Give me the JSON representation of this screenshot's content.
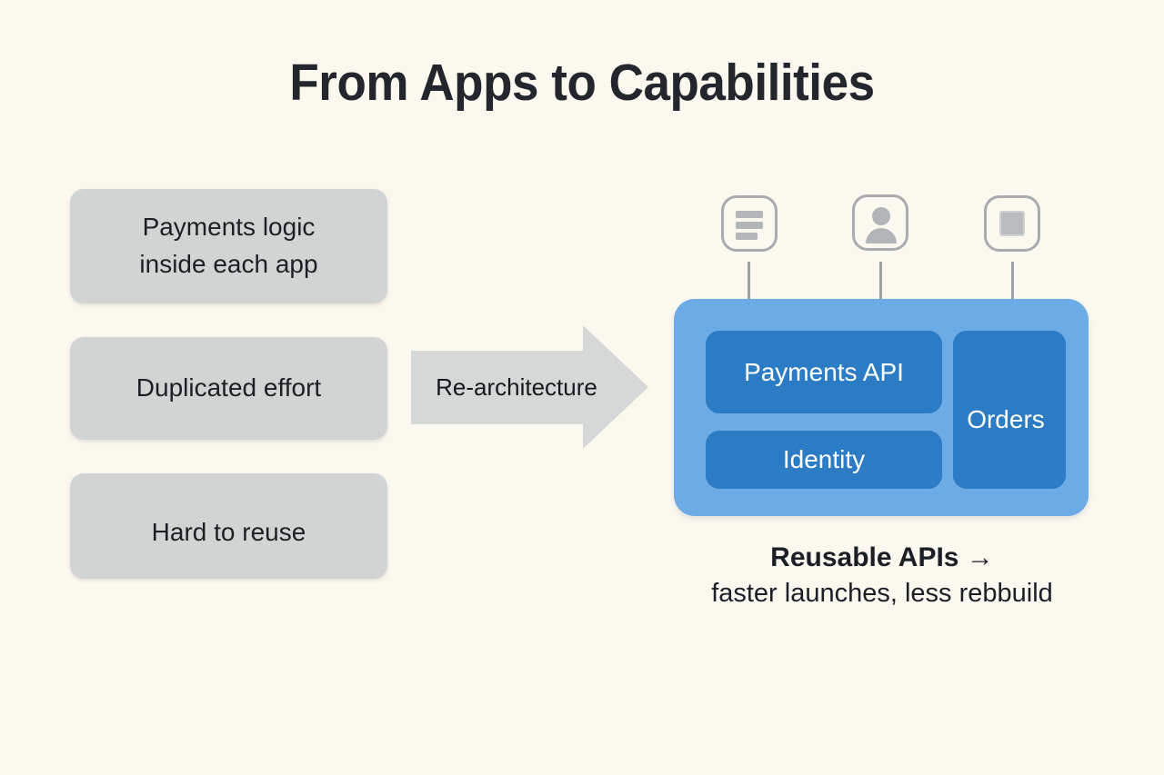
{
  "page": {
    "title": "From Apps to Capabilities",
    "background_color": "#fbf8f0"
  },
  "colors": {
    "background": "#fbf8f0",
    "problem_box": "#d2d4d4",
    "arrow": "#d6d8d8",
    "panel_blue": "#6cabe6",
    "card_blue": "#2b7cc4",
    "chip_border": "#a9abae",
    "icon_grey": "#b2b5b8",
    "text_dark": "#1d2026",
    "text_light": "#ffffff"
  },
  "left_column": {
    "name": "current-state-problems",
    "boxes": [
      {
        "label": "Payments logic\ninside each app",
        "lines": [
          "Payments logic",
          "inside each app"
        ]
      },
      {
        "label": "Duplicated effort",
        "lines": [
          "Duplicated effort"
        ]
      },
      {
        "label": "Hard to reuse",
        "lines": [
          "Hard to reuse"
        ]
      }
    ]
  },
  "arrow": {
    "name": "transition-arrow",
    "label": "Re-architecture",
    "direction": "right"
  },
  "icon_chips": [
    {
      "name": "list-icon",
      "glyph": "list",
      "label": ""
    },
    {
      "name": "user-icon",
      "glyph": "person",
      "label": ""
    },
    {
      "name": "square-icon",
      "glyph": "square",
      "label": ""
    }
  ],
  "platform": {
    "name": "capability-platform",
    "cards": [
      {
        "id": "payments",
        "label": "Payments API"
      },
      {
        "id": "identity",
        "label": "Identity"
      },
      {
        "id": "orders",
        "label": "Orders"
      }
    ]
  },
  "caption": {
    "primary": "Reusable APIs →",
    "secondary": "faster launches, less rebbuild"
  }
}
